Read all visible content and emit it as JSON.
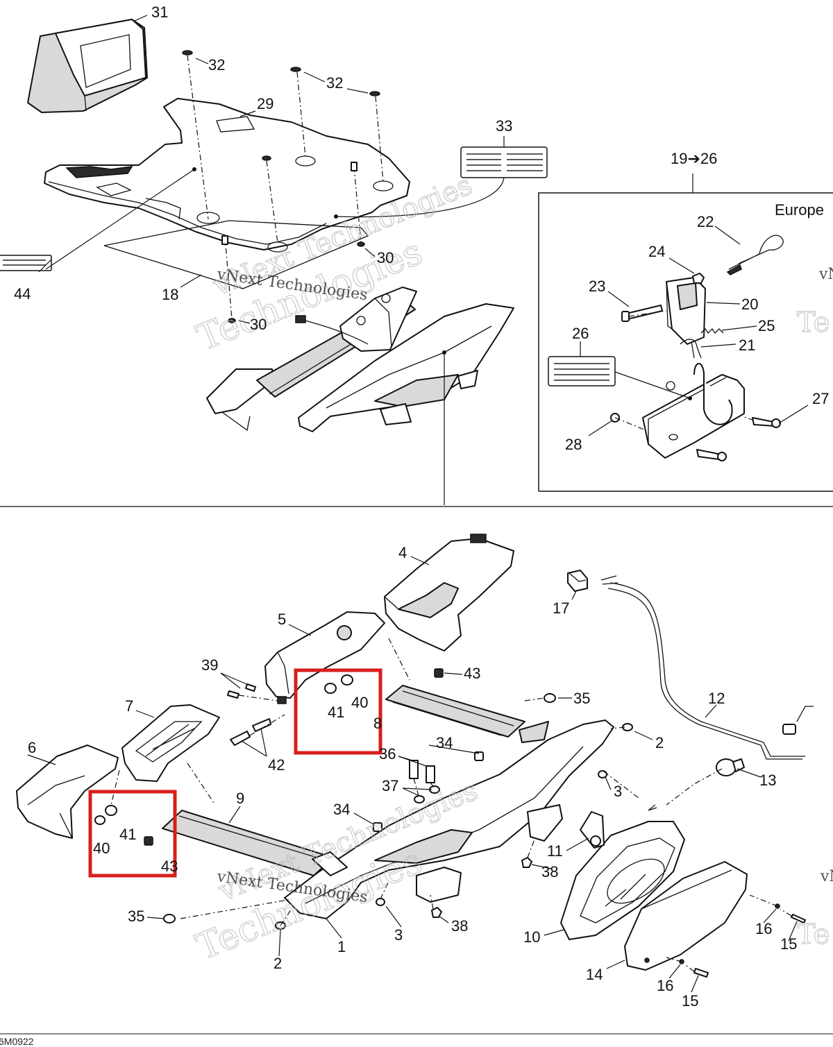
{
  "diagram": {
    "europe_label": "Europe",
    "drawing_code": "6M0922",
    "watermark_line1": "vNext Technologies",
    "watermark_line2": "Technologies",
    "watermark_fragment": "vN",
    "watermark_edge": "Te",
    "highlight_color": "#d81e1e",
    "callouts": {
      "c1": "1",
      "c2a": "2",
      "c2b": "2",
      "c3a": "3",
      "c3b": "3",
      "c4": "4",
      "c5": "5",
      "c6": "6",
      "c7": "7",
      "c8": "8",
      "c9": "9",
      "c10": "10",
      "c11": "11",
      "c12": "12",
      "c13": "13",
      "c14": "14",
      "c15a": "15",
      "c15b": "15",
      "c16a": "16",
      "c16b": "16",
      "c17": "17",
      "c18": "18",
      "c19_26": "19➔26",
      "c20": "20",
      "c21": "21",
      "c22": "22",
      "c23": "23",
      "c24": "24",
      "c25": "25",
      "c26": "26",
      "c27": "27",
      "c28": "28",
      "c29": "29",
      "c30a": "30",
      "c30b": "30",
      "c31": "31",
      "c32a": "32",
      "c32b": "32",
      "c33": "33",
      "c34a": "34",
      "c34b": "34",
      "c35a": "35",
      "c35b": "35",
      "c36": "36",
      "c37": "37",
      "c38a": "38",
      "c38b": "38",
      "c39": "39",
      "c40a": "40",
      "c40b": "40",
      "c41a": "41",
      "c41b": "41",
      "c42": "42",
      "c43a": "43",
      "c43b": "43",
      "c44": "44"
    }
  }
}
